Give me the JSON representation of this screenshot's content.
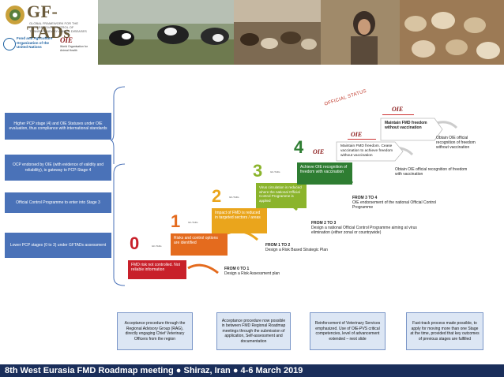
{
  "header": {
    "title": "GF-TADs",
    "subtitle": "Global Framework for the Progressive Control of Transboundary Animal Diseases",
    "fao_text": "Food and Agriculture Organization of the United Nations",
    "oie_mark": "OIE",
    "oie_text": "World Organisation for Animal Health"
  },
  "side_notes": [
    "Higher PCP stage (4) and OIE Statuses under OIE evaluation, thus compliance with international standards",
    "OCP endorsed by OIE (with evidence of validity and reliability), is gateway to PCP-Stage 4",
    "Official Control Programme to enter into Stage 3",
    "Lower PCP stages (0 to 3) under GFTADs assessment"
  ],
  "stages": [
    {
      "num": "0",
      "text": "FMD risk not controlled. Not reliable information",
      "color": "#c8202a"
    },
    {
      "num": "1",
      "text": "Risks and control options are identified",
      "color": "#e46b1e"
    },
    {
      "num": "2",
      "text": "Impact of FMD is reduced in targeted sectors / areas",
      "color": "#eaa51c"
    },
    {
      "num": "3",
      "text": "Virus circulation is reduced where the national Official Control Programme is applied",
      "color": "#8bb42c"
    },
    {
      "num": "4",
      "text": "Achieve OIE recognition of freedom with vaccination",
      "color": "#2e7d32"
    },
    {
      "num": "",
      "text": "Maintain FMD freedom. Cease vaccination to achieve freedom without vaccination",
      "color": "#ffffff"
    },
    {
      "num": "",
      "text": "Maintain FMD freedom without vaccination",
      "color": "#ffffff"
    }
  ],
  "mini_label": "GF-TADs",
  "transitions": [
    {
      "title": "FROM 0 TO 1",
      "text": "Design a Risk Assessment plan"
    },
    {
      "title": "FROM 1 TO 2",
      "text": "Design a Risk Based Strategic Plan"
    },
    {
      "title": "FROM 2 TO 3",
      "text": "Design a national Official Control Programme aiming at virus elimination (either zonal or countrywide)"
    },
    {
      "title": "FROM 3 TO 4",
      "text": "OIE endorsement of the national Official Control Programme"
    }
  ],
  "right_notes": [
    "Obtain OIE official recognition of freedom with vaccination",
    "Obtain OIE official recognition of freedom without vaccination"
  ],
  "official_status": "OFFICIAL STATUS",
  "oie_label": "OIE",
  "bottom_boxes": [
    "Acceptance procedure through the Regional Advisory Group (RAG), directly engaging Chief Veterinary Officers from the region",
    "Acceptance procedure now possible in between FMD Regional Roadmap meetings through the submission of application, Self-assessment and documentation",
    "Reinforcement of Veterinary Services emphasized. Use of OIE-PVS critical competencies, level of advancement extended – next slide",
    "Fast-track process made possible, to apply for moving more than one Stage at the time, provided that key outcomes of previous stages are fulfilled"
  ],
  "footer": "8th West Eurasia FMD Roadmap meeting ● Shiraz, Iran ● 4-6 March 2019"
}
